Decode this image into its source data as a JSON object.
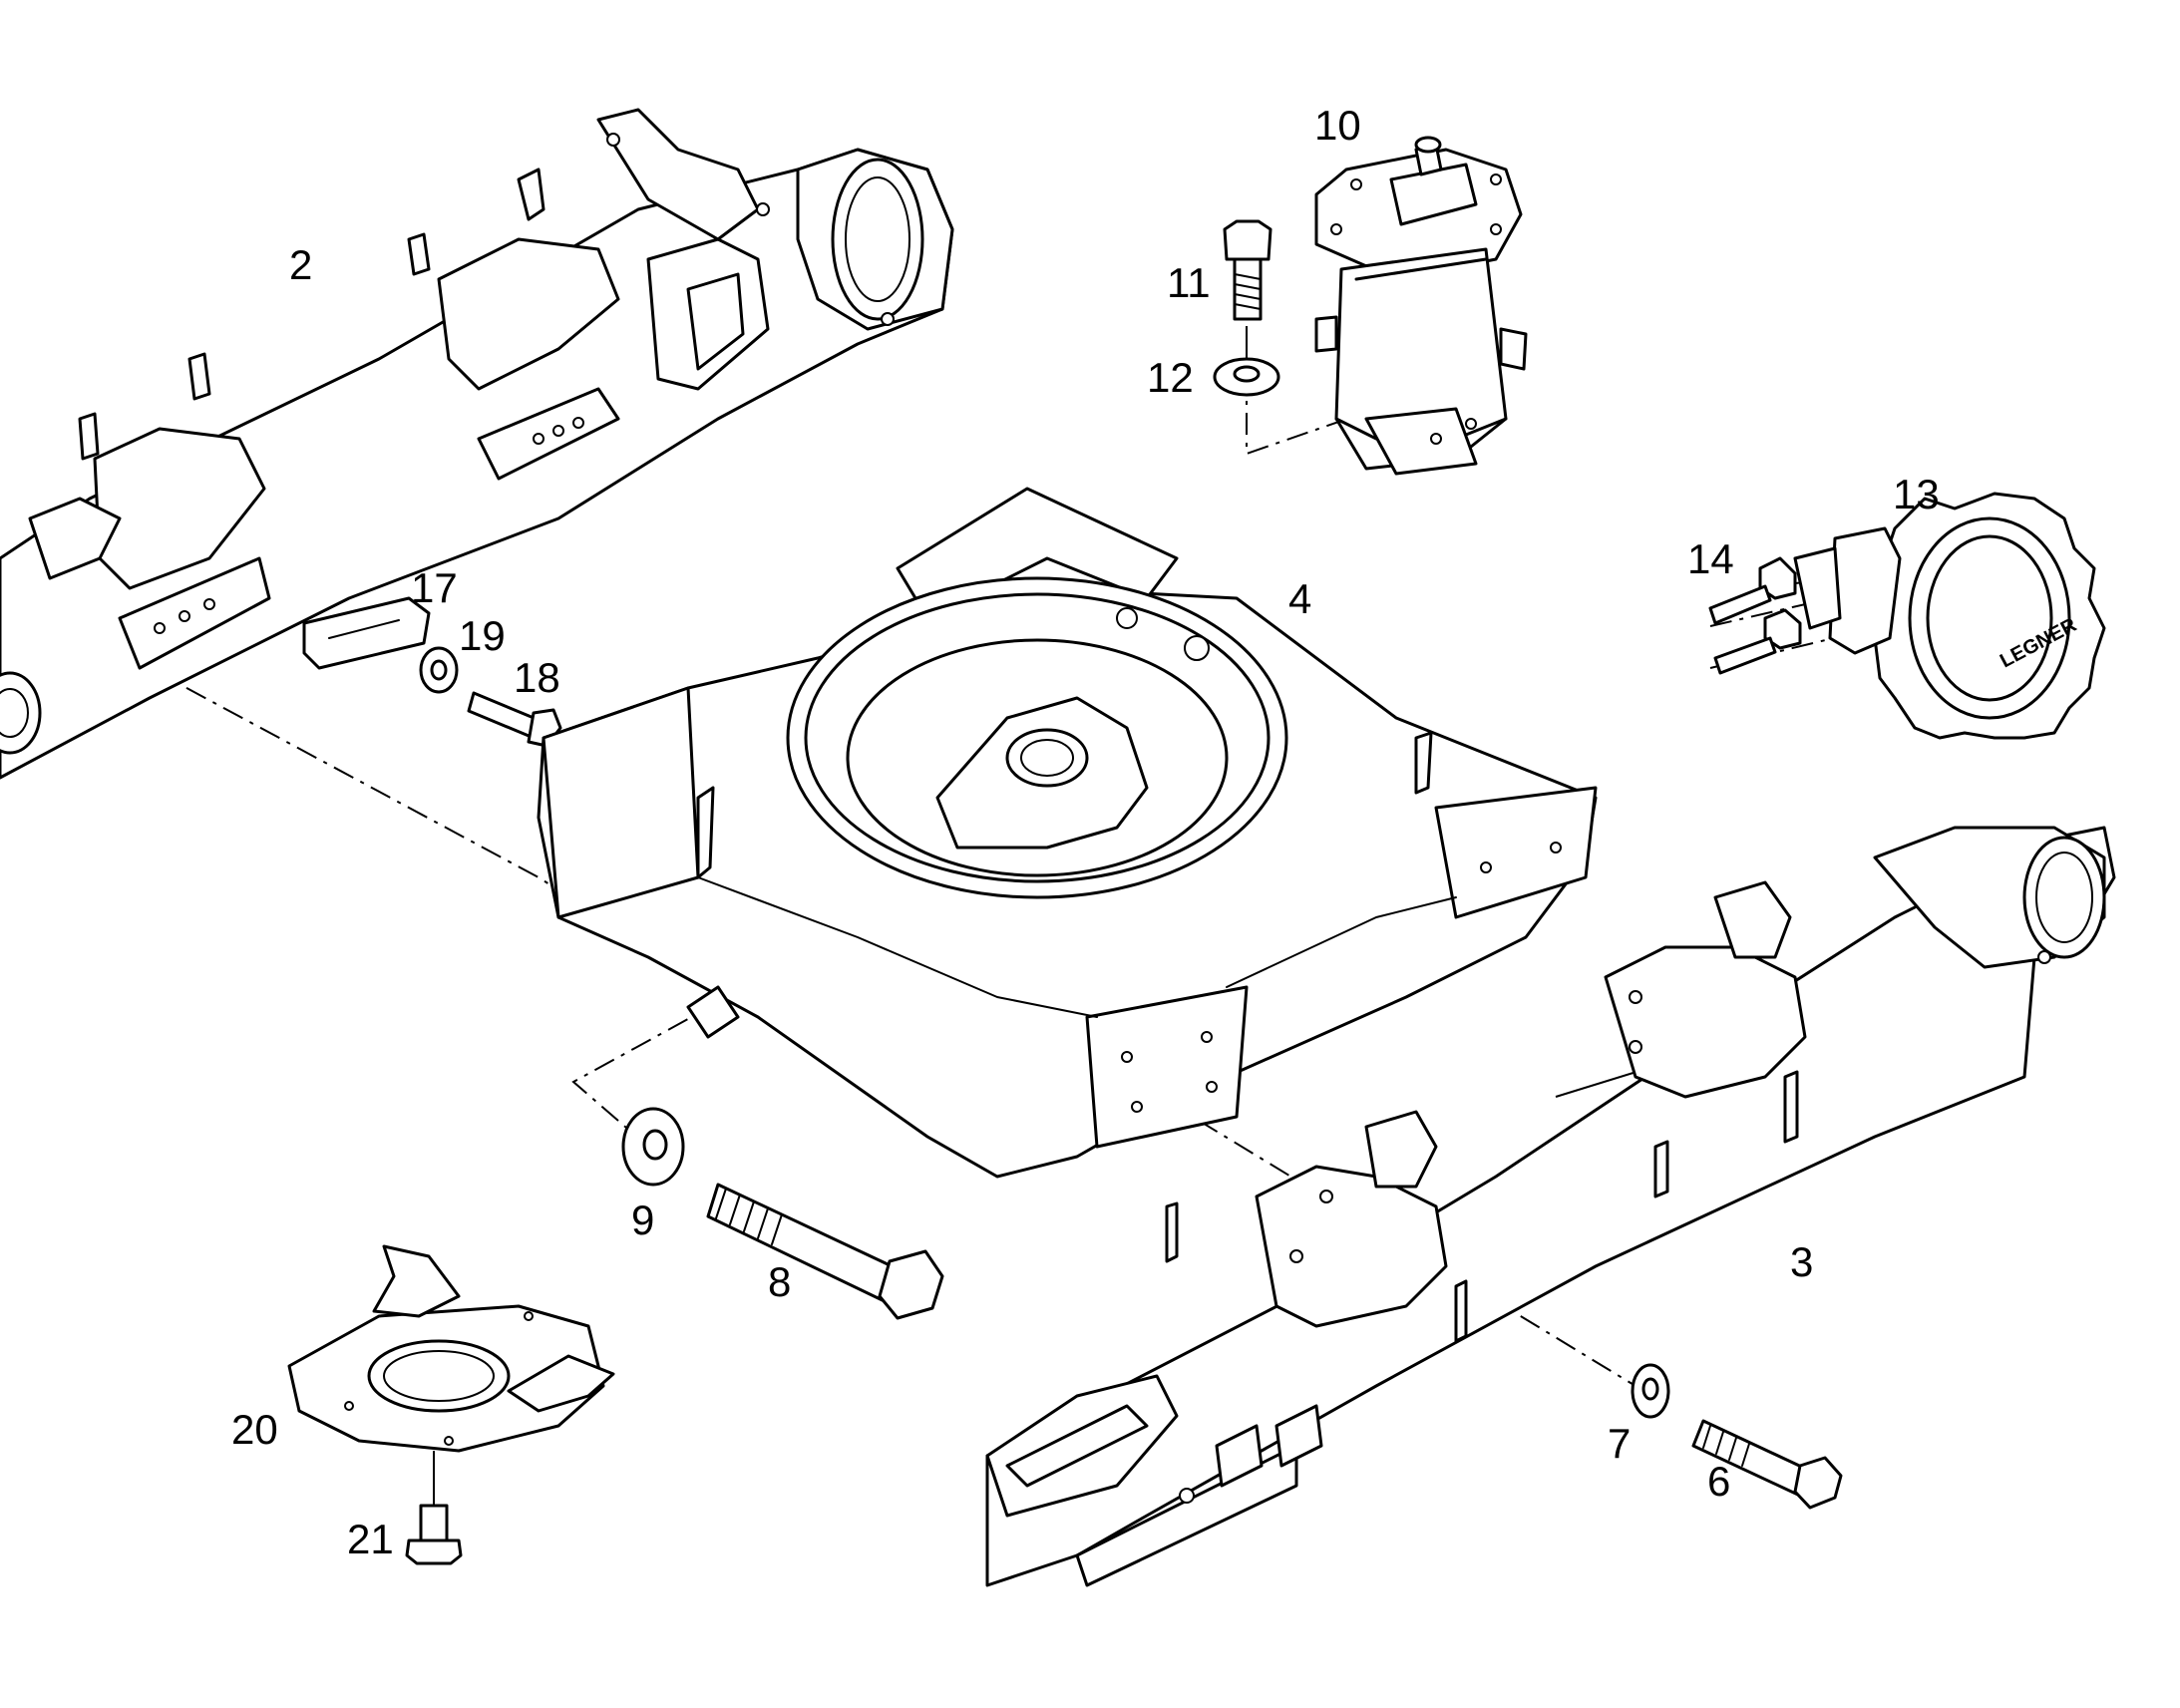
{
  "callouts": {
    "p2": "2",
    "p3": "3",
    "p4": "4",
    "p6": "6",
    "p7": "7",
    "p8": "8",
    "p9": "9",
    "p10": "10",
    "p11": "11",
    "p12": "12",
    "p13": "13",
    "p14": "14",
    "p17": "17",
    "p18": "18",
    "p19": "19",
    "p20": "20",
    "p21": "21"
  },
  "sprocket_brand": "LEGNER"
}
